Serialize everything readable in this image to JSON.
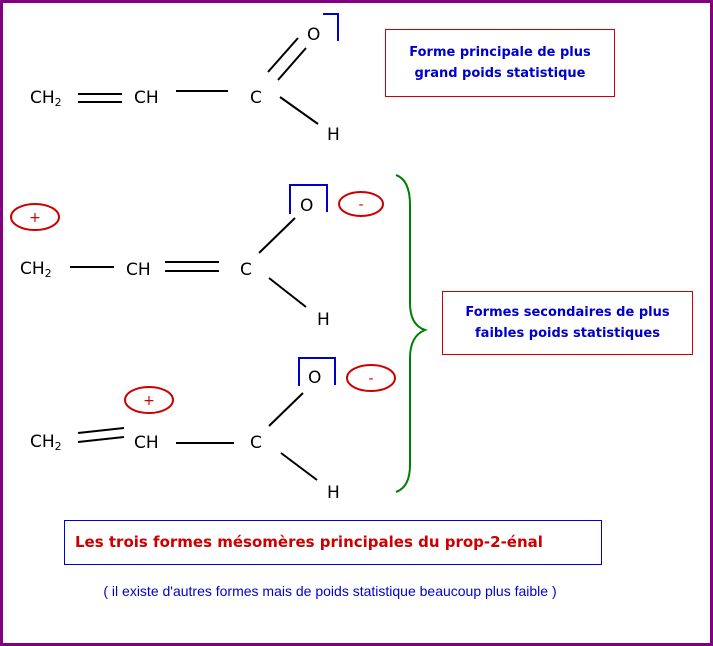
{
  "molecule": {
    "ch2": "CH",
    "sub2": "2",
    "ch": "CH",
    "c": "C",
    "o": "O",
    "h": "H"
  },
  "charges": {
    "plus": "+",
    "minus": "-"
  },
  "notes": {
    "principale": [
      "Forme principale de plus",
      "grand poids statistique"
    ],
    "secondaires": [
      "Formes secondaires de plus",
      "faibles poids statistiques"
    ]
  },
  "title": "Les trois formes mésomères principales du prop-2-énal",
  "footnote": "( il existe d'autres formes mais de poids statistique beaucoup plus faible )",
  "colors": {
    "frame": "#800080",
    "bond": "#000000",
    "lone_pair": "#0000cc",
    "charge": "#cc0000",
    "brace": "#008000",
    "note_text": "#0000cc",
    "title_text": "#cc0000"
  }
}
